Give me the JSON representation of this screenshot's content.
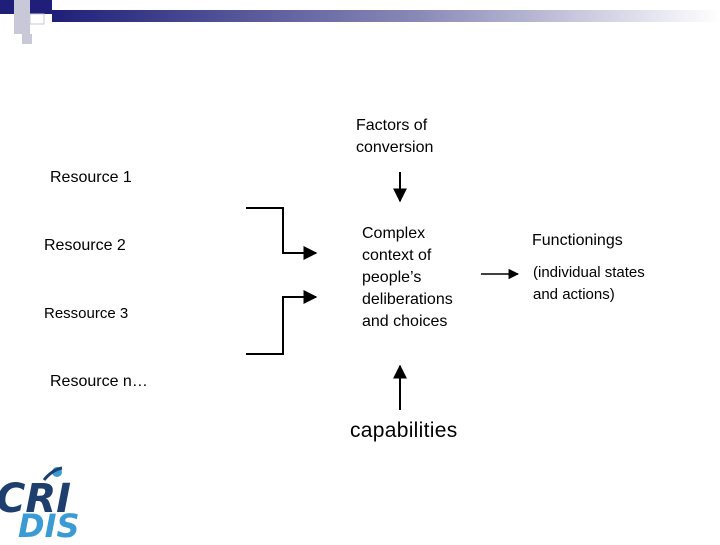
{
  "header_band": {
    "squares_colors": [
      "#1f1f7a",
      "#c8c8d8",
      "#ffffff"
    ],
    "gradient_from": "#1f1f7a",
    "gradient_to": "#ffffff"
  },
  "diagram": {
    "factors_label_line1": "Factors of",
    "factors_label_line2": "conversion",
    "resources": [
      "Resource 1",
      "Resource 2",
      "Ressource 3",
      "Resource n…"
    ],
    "center_lines": [
      "Complex",
      "context of",
      "people’s",
      "deliberations",
      "and choices"
    ],
    "capabilities_label": "capabilities",
    "functionings_label": "Functionings",
    "functionings_detail_line1": "(individual states",
    "functionings_detail_line2": "and actions)"
  },
  "logo": {
    "line1": "CRI",
    "line2": "DIS",
    "color_dark": "#1e3f6e",
    "color_accent": "#3a9bd5"
  }
}
